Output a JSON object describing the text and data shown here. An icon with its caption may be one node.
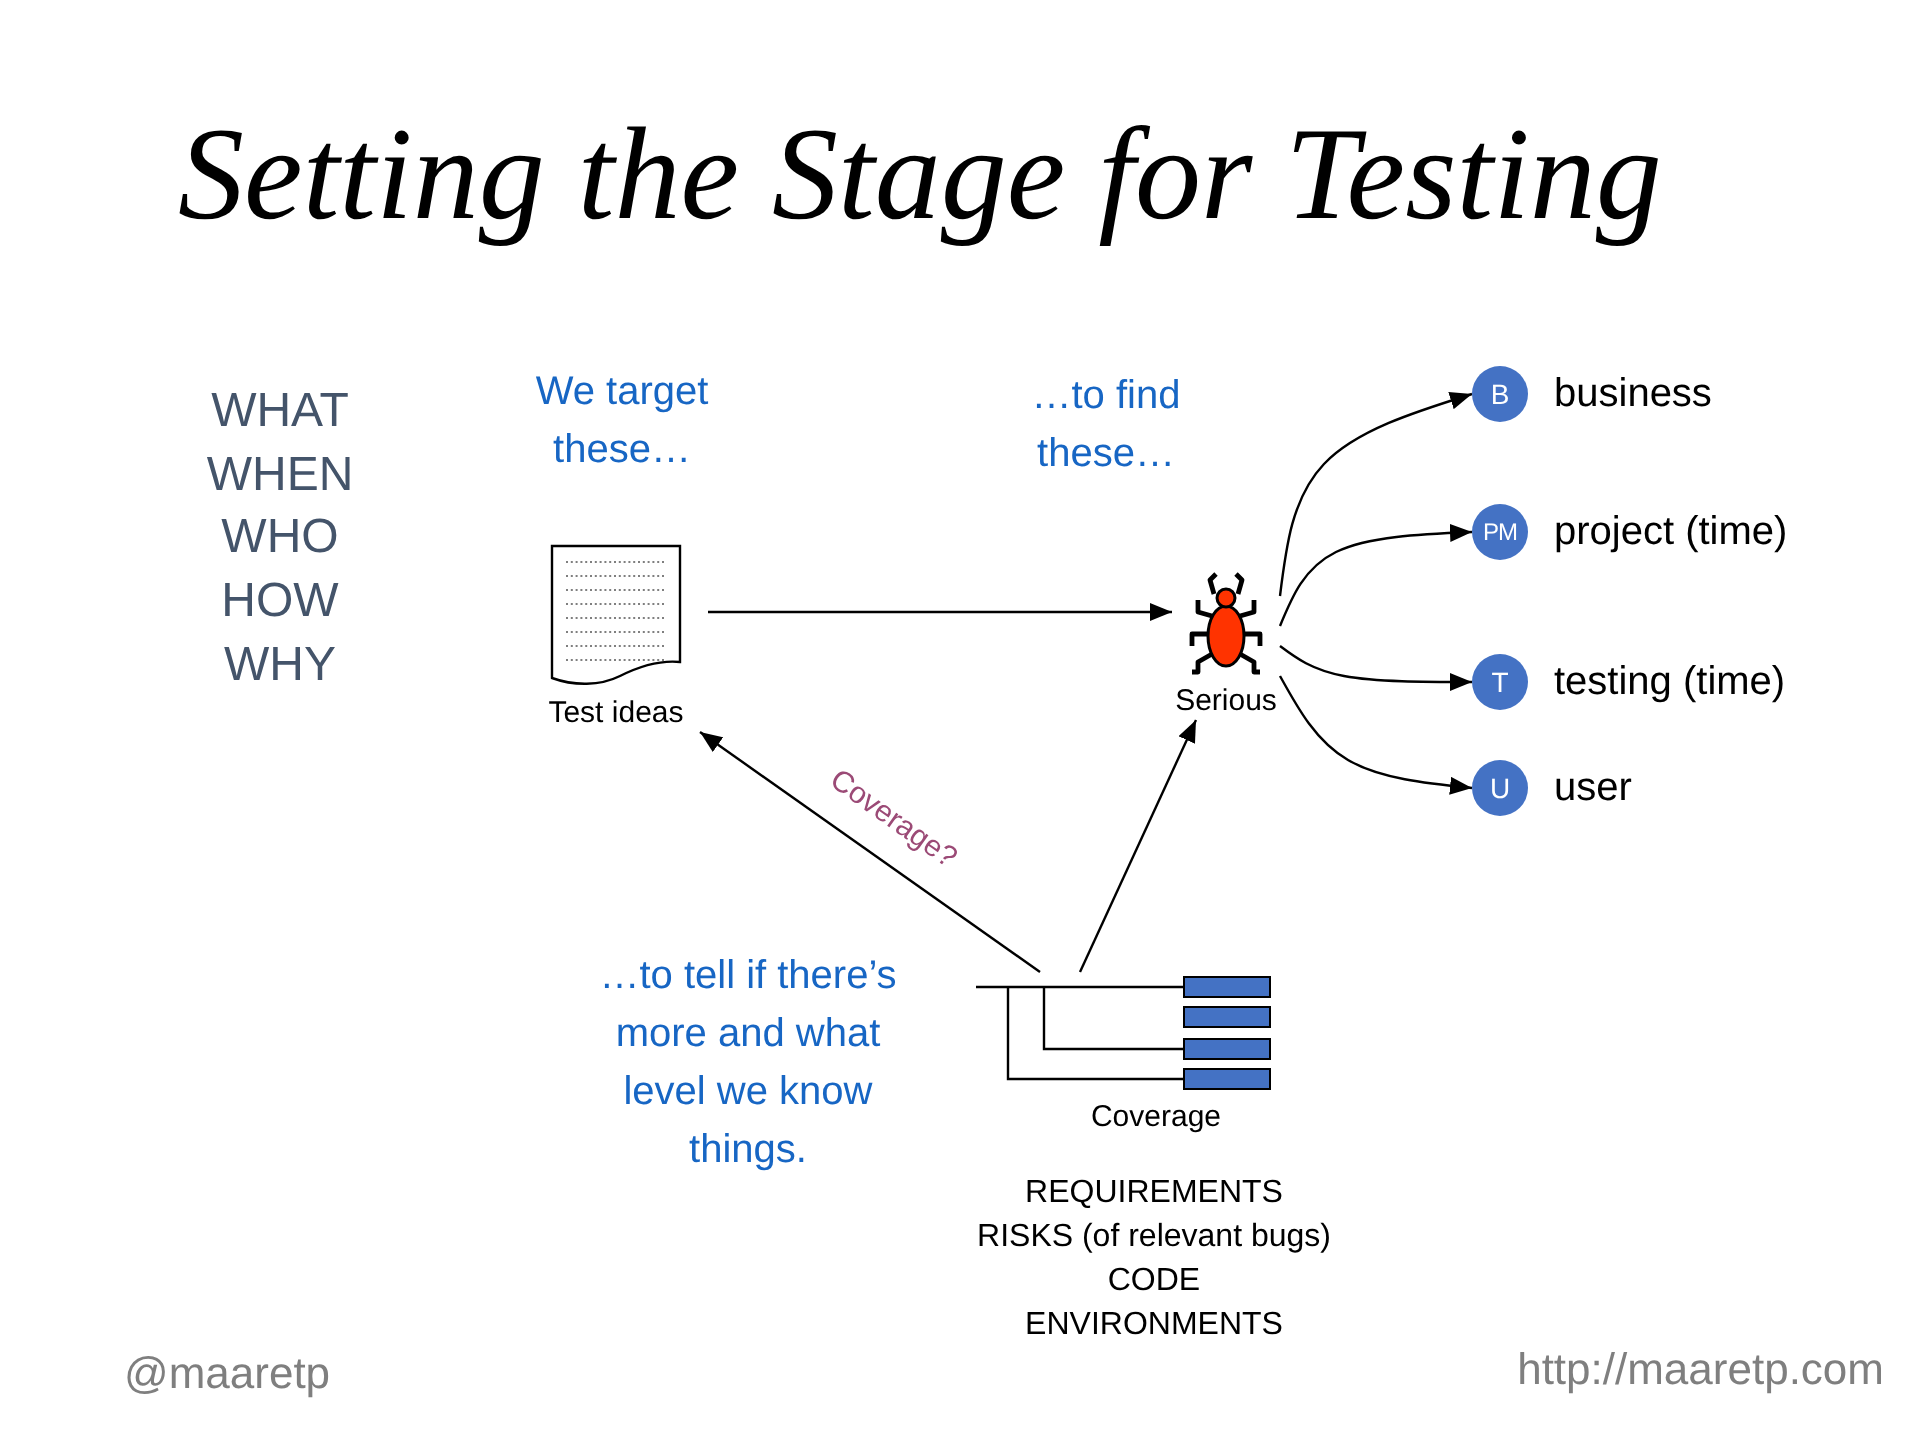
{
  "diagram": {
    "title": "Setting the Stage for Testing",
    "nodes": [
      {
        "text": [
          "Test ideas"
        ]
      },
      {
        "text": [
          "Serious"
        ]
      },
      {
        "text": [
          "Coverage"
        ]
      },
      {
        "text": [
          "B"
        ],
        "beside": [
          "business"
        ]
      },
      {
        "text": [
          "PM"
        ],
        "beside": [
          "project (time)"
        ]
      },
      {
        "text": [
          "T"
        ],
        "beside": [
          "testing (time)"
        ]
      },
      {
        "text": [
          "U"
        ],
        "beside": [
          "user"
        ]
      }
    ],
    "edges": [
      {
        "from": 0,
        "to": 1,
        "arrow": "to"
      },
      {
        "from": 2,
        "to": 0,
        "arrow": "to",
        "label": "Coverage?"
      },
      {
        "from": 2,
        "to": 1,
        "arrow": "to"
      },
      {
        "from": 1,
        "to": 3,
        "arrow": "to"
      },
      {
        "from": 1,
        "to": 4,
        "arrow": "to"
      },
      {
        "from": 1,
        "to": 5,
        "arrow": "to"
      },
      {
        "from": 1,
        "to": 6,
        "arrow": "to"
      }
    ],
    "labels": [
      "WHAT",
      "WHEN",
      "WHO",
      "HOW",
      "WHY",
      "We target these…",
      "…to find these…",
      "…to tell if there’s more and what level we know things.",
      "REQUIREMENTS",
      "RISKS (of relevant bugs)",
      "CODE",
      "ENVIRONMENTS",
      "@maaretp",
      "http://maaretp.com"
    ]
  }
}
